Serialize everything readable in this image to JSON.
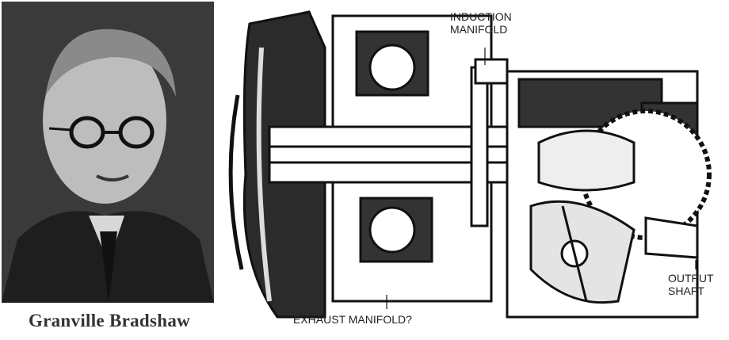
{
  "portrait": {
    "caption": "Granville Bradshaw"
  },
  "diagram": {
    "labels": {
      "induction_line1": "INDUCTION",
      "induction_line2": "MANIFOLD",
      "exhaust": "EXHAUST MANIFOLD?",
      "output_line1": "OUTPUT",
      "output_line2": "SHAFT"
    }
  }
}
